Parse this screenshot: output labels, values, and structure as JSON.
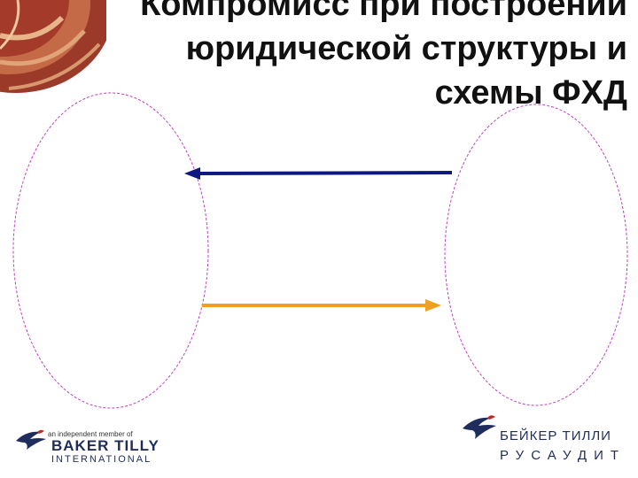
{
  "title": {
    "line1": "Компромисс при построении",
    "line2": "юридической структуры и",
    "line3": "схемы ФХД"
  },
  "colors": {
    "ellipse_stroke": "#c040c0",
    "arrow_top": "#0d1880",
    "arrow_bottom": "#f0a020",
    "corner_decor": "#a23c2c",
    "logo_navy": "#1f2d5c",
    "logo_red": "#c0282a"
  },
  "logo_left": {
    "tagline": "an independent member of",
    "line1": "BAKER TILLY",
    "line2": "INTERNATIONAL"
  },
  "logo_right": {
    "line1": "БЕЙКЕР ТИЛЛИ",
    "line2": "РУСАУДИТ"
  }
}
